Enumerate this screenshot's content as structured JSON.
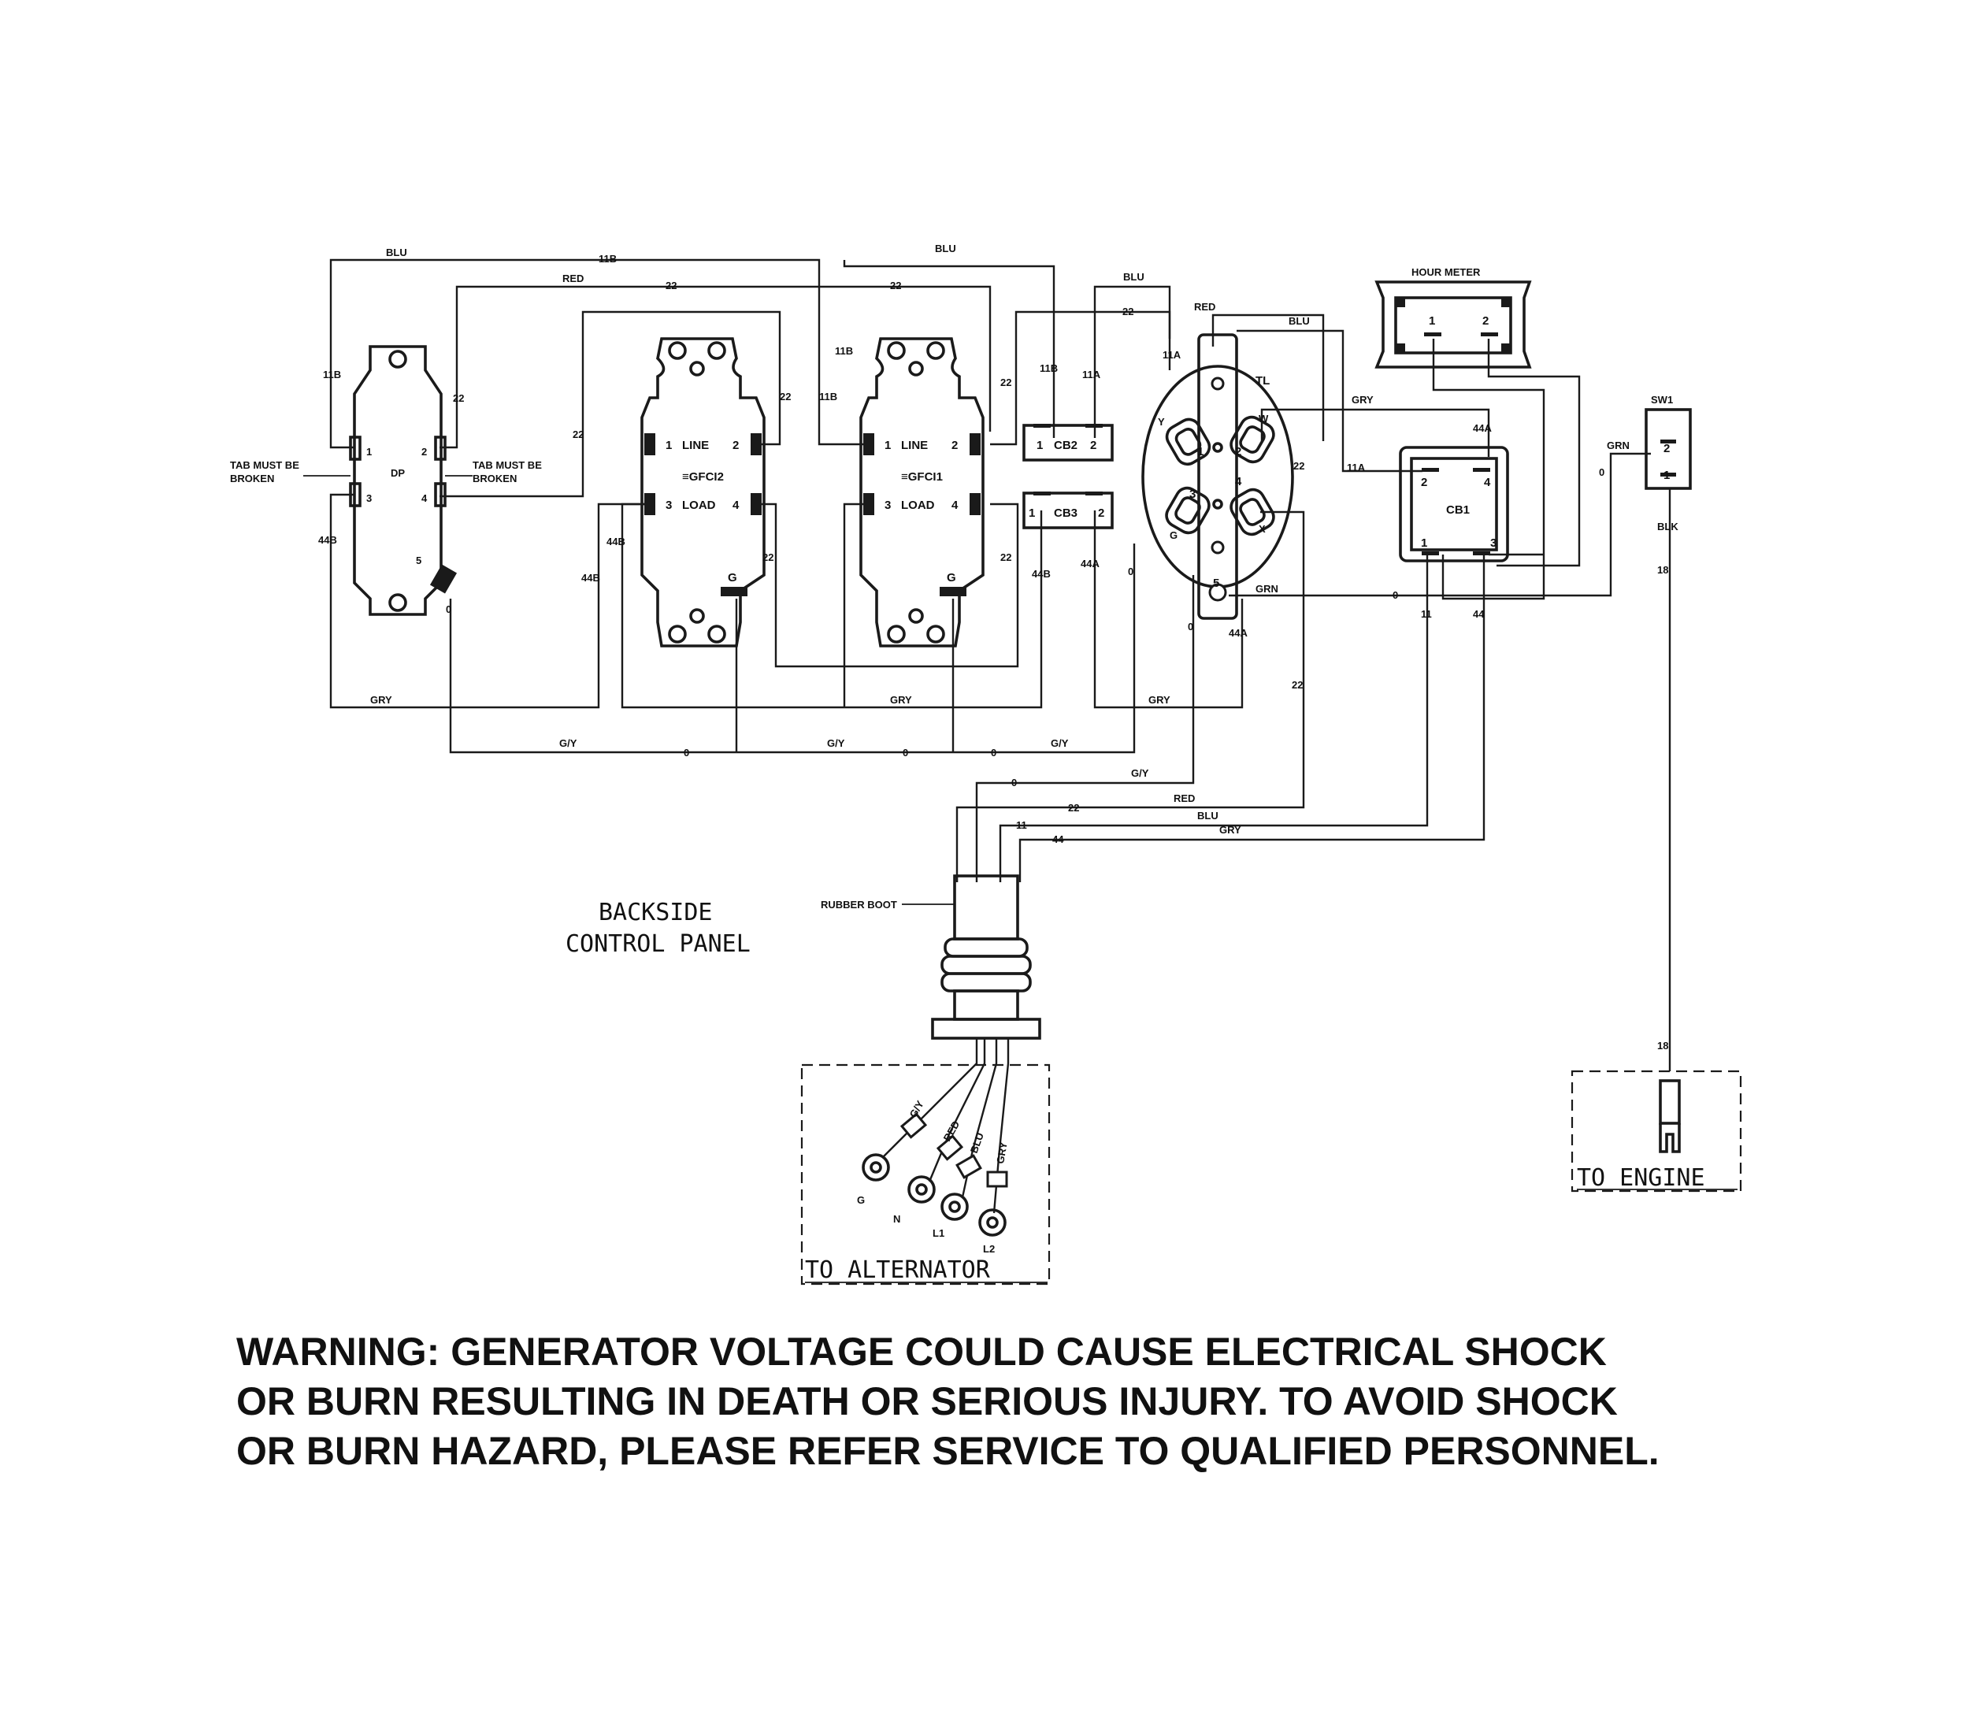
{
  "components": {
    "dp": {
      "name": "DP",
      "pin1": "1",
      "pin2": "2",
      "pin3": "3",
      "pin4": "4",
      "pin5": "5",
      "tab_left_1": "TAB MUST BE",
      "tab_left_2": "BROKEN",
      "tab_right_1": "TAB MUST BE",
      "tab_right_2": "BROKEN"
    },
    "gfci2": {
      "name": "≡GFCI2",
      "line": "LINE",
      "load": "LOAD",
      "pin1": "1",
      "pin2": "2",
      "pin3": "3",
      "pin4": "4",
      "ground": "G"
    },
    "gfci1": {
      "name": "≡GFCI1",
      "line": "LINE",
      "load": "LOAD",
      "pin1": "1",
      "pin2": "2",
      "pin3": "3",
      "pin4": "4",
      "ground": "G"
    },
    "cb2": {
      "name": "CB2",
      "pin1": "1",
      "pin2": "2"
    },
    "cb3": {
      "name": "CB3",
      "pin1": "1",
      "pin2": "2"
    },
    "tl": {
      "name": "TL",
      "pin1": "1",
      "pin2": "2",
      "pin3": "3",
      "pin4": "4",
      "pin5": "5",
      "y": "Y",
      "w": "W",
      "g": "G",
      "x": "X"
    },
    "hour_meter": {
      "name": "HOUR METER",
      "pin1": "1",
      "pin2": "2"
    },
    "cb1": {
      "name": "CB1",
      "pin1": "1",
      "pin2": "2",
      "pin3": "3",
      "pin4": "4"
    },
    "sw1": {
      "name": "SW1",
      "pin1": "1",
      "pin2": "2",
      "blk": "BLK"
    }
  },
  "wire_labels": {
    "blu": "BLU",
    "red": "RED",
    "gry": "GRY",
    "grn": "GRN",
    "gy": "G/Y",
    "w11b": "11B",
    "w22": "22",
    "w44b": "44B",
    "w0": "0",
    "w11a": "11A",
    "w44a": "44A",
    "w11": "11",
    "w44": "44",
    "w18": "18"
  },
  "alternator": {
    "title": "TO ALTERNATOR",
    "boot": "RUBBER BOOT",
    "lead_gy": "G/Y",
    "lead_red": "RED",
    "lead_blu": "BLU",
    "lead_gry": "GRY",
    "t_g": "G",
    "t_n": "N",
    "t_l1": "L1",
    "t_l2": "L2"
  },
  "engine": {
    "title": "TO ENGINE"
  },
  "backside": {
    "line1": "BACKSIDE",
    "line2": "CONTROL PANEL"
  },
  "warning": {
    "line1": "WARNING: GENERATOR VOLTAGE COULD CAUSE ELECTRICAL SHOCK",
    "line2": "OR BURN RESULTING IN DEATH OR SERIOUS INJURY. TO AVOID SHOCK",
    "line3": "OR BURN HAZARD, PLEASE REFER SERVICE TO QUALIFIED PERSONNEL."
  }
}
